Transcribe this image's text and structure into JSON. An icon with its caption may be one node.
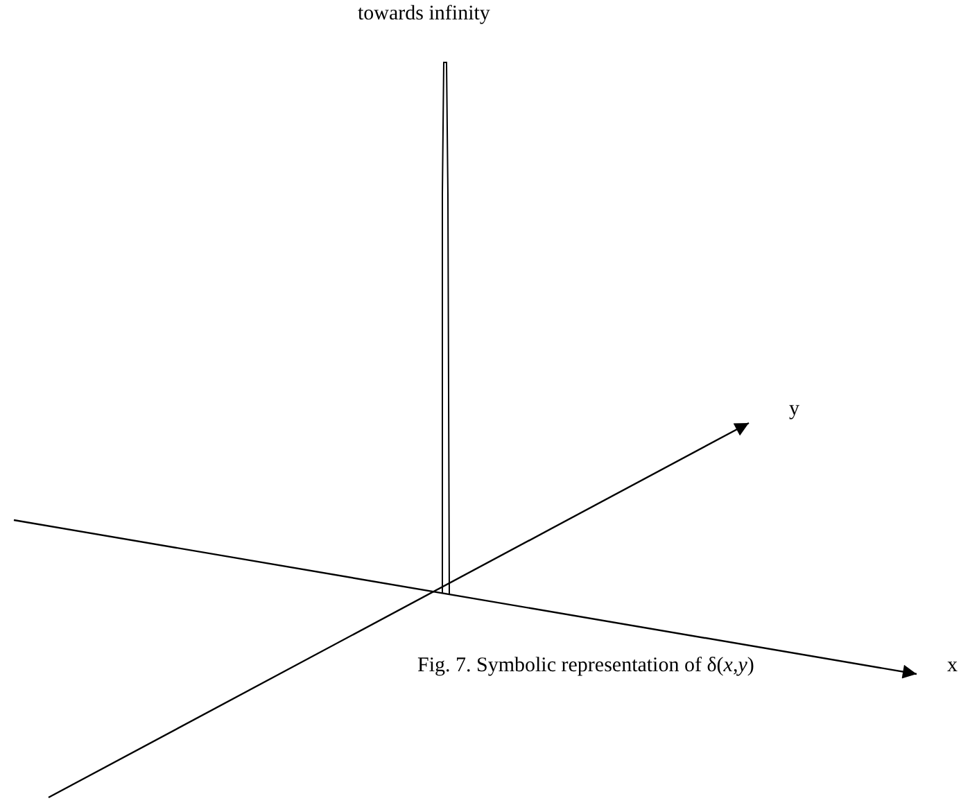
{
  "diagram": {
    "caption": "Fig. 7. Symbolic representation of δ(*x*,*y*)",
    "labels": [
      "towards infinity",
      "y",
      "x"
    ]
  }
}
